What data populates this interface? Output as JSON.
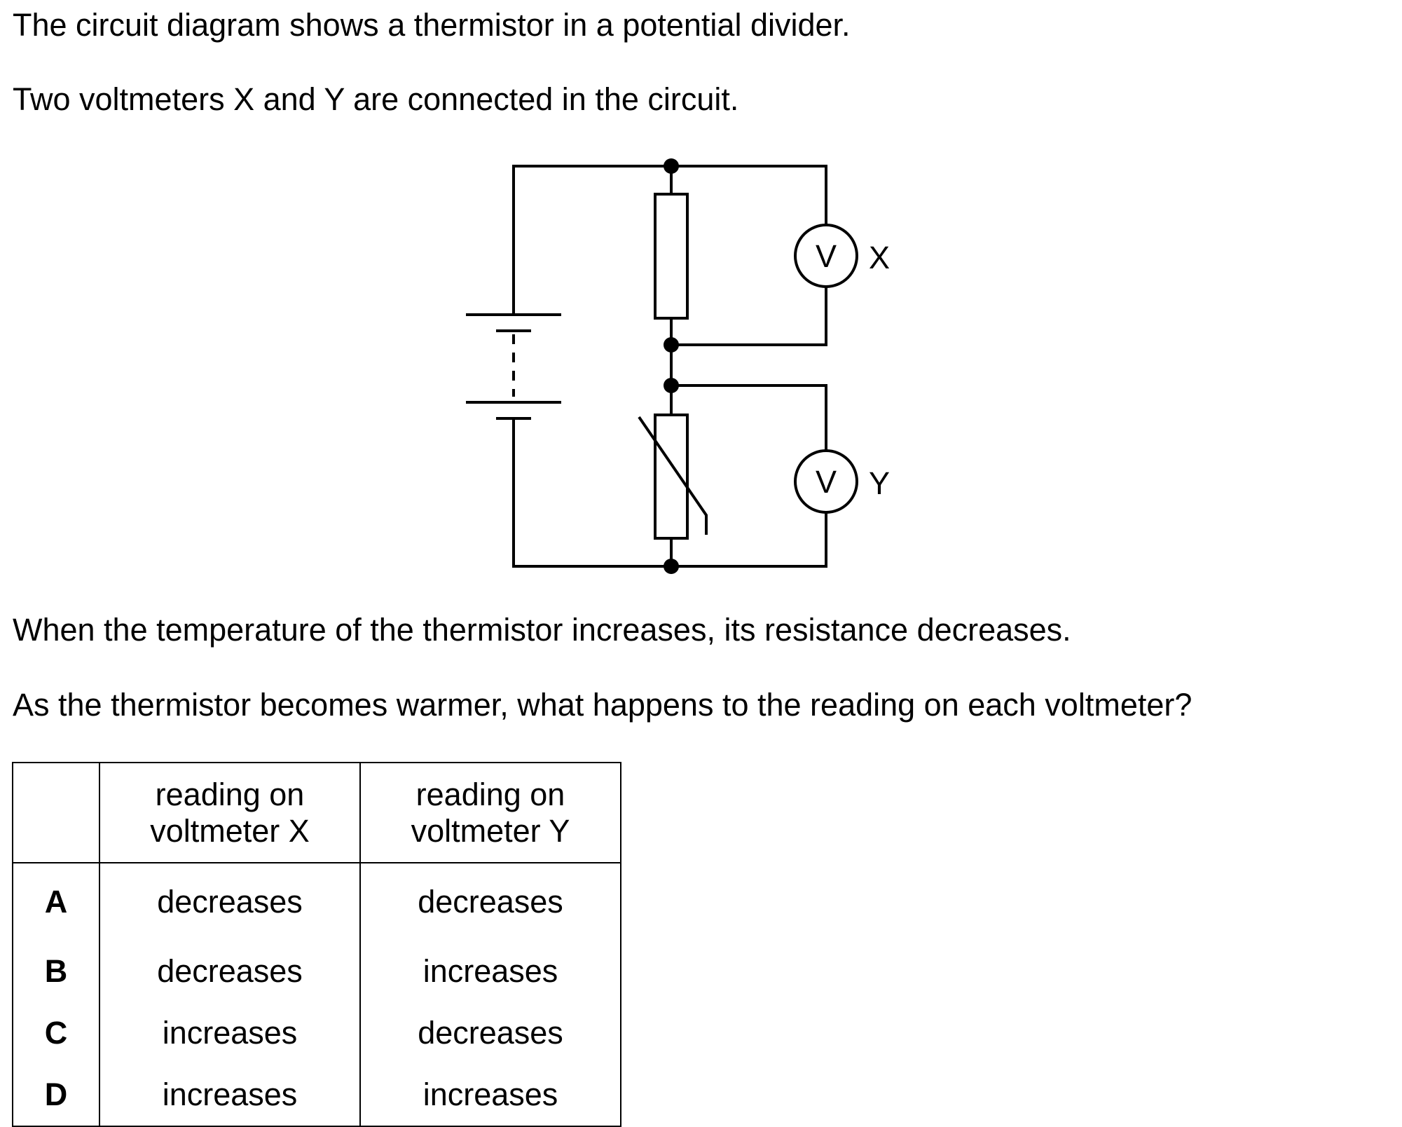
{
  "intro": {
    "line1": "The circuit diagram shows a thermistor in a potential divider.",
    "line2": "Two voltmeters X and Y are connected in the circuit."
  },
  "circuit": {
    "voltmeter_symbol": "V",
    "voltmeter_x_label": "X",
    "voltmeter_y_label": "Y"
  },
  "statement": "When the temperature of the thermistor increases, its resistance decreases.",
  "question": "As the thermistor becomes warmer, what happens to the reading on each voltmeter?",
  "table": {
    "header": {
      "col1_line1": "reading on",
      "col1_line2": "voltmeter X",
      "col2_line1": "reading on",
      "col2_line2": "voltmeter Y"
    },
    "rows": [
      {
        "key": "A",
        "x": "decreases",
        "y": "decreases"
      },
      {
        "key": "B",
        "x": "decreases",
        "y": "increases"
      },
      {
        "key": "C",
        "x": "increases",
        "y": "decreases"
      },
      {
        "key": "D",
        "x": "increases",
        "y": "increases"
      }
    ]
  }
}
